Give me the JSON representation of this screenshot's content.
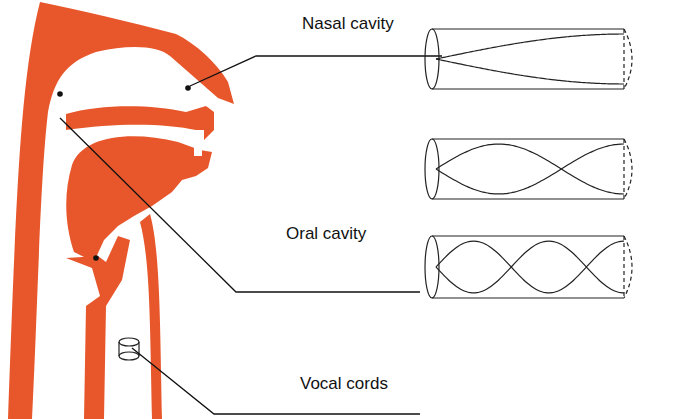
{
  "diagram": {
    "labels": [
      "Nasal cavity",
      "Oral cavity",
      "Vocal cords"
    ]
  }
}
